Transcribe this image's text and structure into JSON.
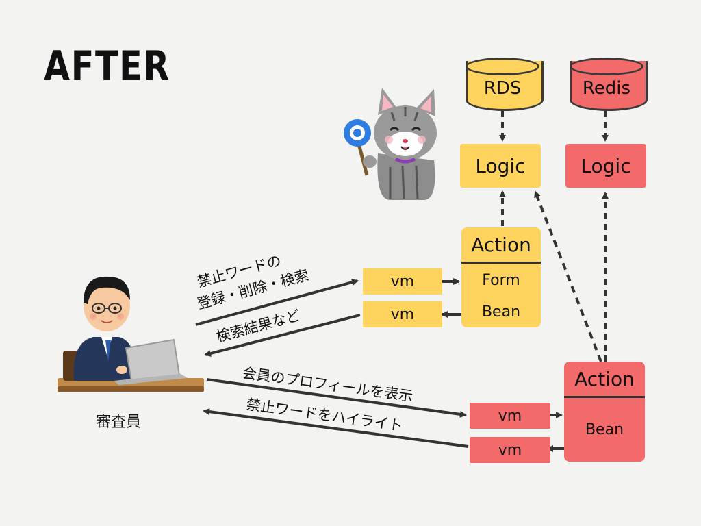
{
  "title": "AFTER",
  "databases": {
    "rds": "RDS",
    "redis": "Redis"
  },
  "logic": {
    "yellow": "Logic",
    "red": "Logic"
  },
  "action_yellow": {
    "header": "Action",
    "rows": [
      "Form",
      "Bean"
    ]
  },
  "action_red": {
    "header": "Action",
    "rows": [
      "Bean"
    ]
  },
  "vm_boxes": [
    "vm",
    "vm",
    "vm",
    "vm"
  ],
  "labels": {
    "request_top_line1": "禁止ワードの",
    "request_top_line2": "登録・削除・検索",
    "response_top": "検索結果など",
    "request_bottom": "会員のプロフィールを表示",
    "response_bottom": "禁止ワードをハイライト"
  },
  "person_label": "審査員",
  "colors": {
    "yellow": "#ffd45e",
    "red": "#f26a6a",
    "background": "#f3f3f1",
    "line": "#333333"
  }
}
